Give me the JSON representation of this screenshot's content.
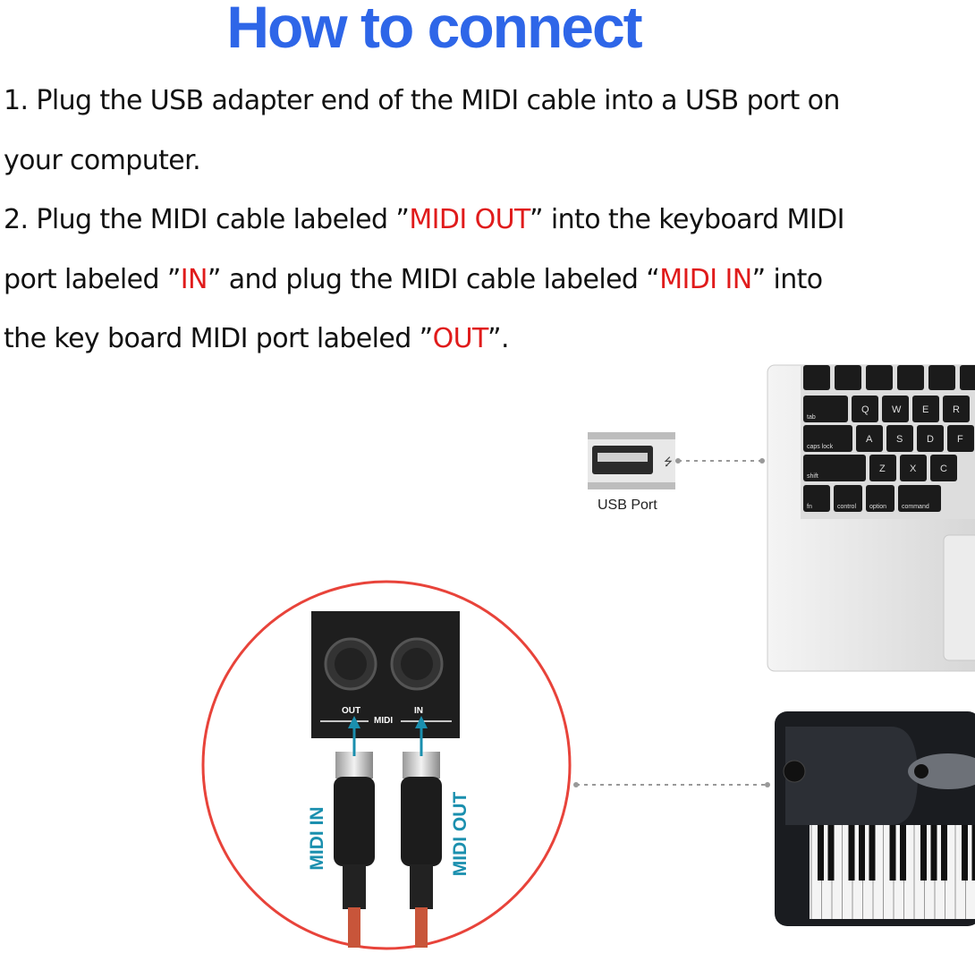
{
  "title": "How to connect",
  "steps": [
    {
      "l1": "1.  Plug the USB adapter end of the MIDI cable into a USB port on",
      "l2": " your computer."
    },
    {
      "a": "2. Plug the MIDI cable labeled ”",
      "b": "MIDI OUT",
      "c": "” into the keyboard MIDI",
      "d": " port labeled ”",
      "e": "IN",
      "f": "” and plug the MIDI cable labeled “",
      "g": "MIDI IN",
      "h": "” into",
      "i": " the key board MIDI port labeled ”",
      "j": "OUT",
      "k": "”."
    }
  ],
  "usb_port_label": "USB Port",
  "midi_panel": {
    "out": "OUT",
    "midi": "MIDI",
    "in": "IN"
  },
  "cables": {
    "left": "MIDI IN",
    "right": "MIDI OUT"
  },
  "laptop_keys": [
    "tab",
    "Q",
    "W",
    "E",
    "R",
    "caps lock",
    "A",
    "S",
    "D",
    "F",
    "shift",
    "Z",
    "X",
    "C",
    "fn",
    "control",
    "option",
    "command"
  ],
  "colors": {
    "title": "#2e66e8",
    "highlight": "#e01b1b",
    "cable_label": "#1a8fae",
    "circle": "#e8433a"
  }
}
